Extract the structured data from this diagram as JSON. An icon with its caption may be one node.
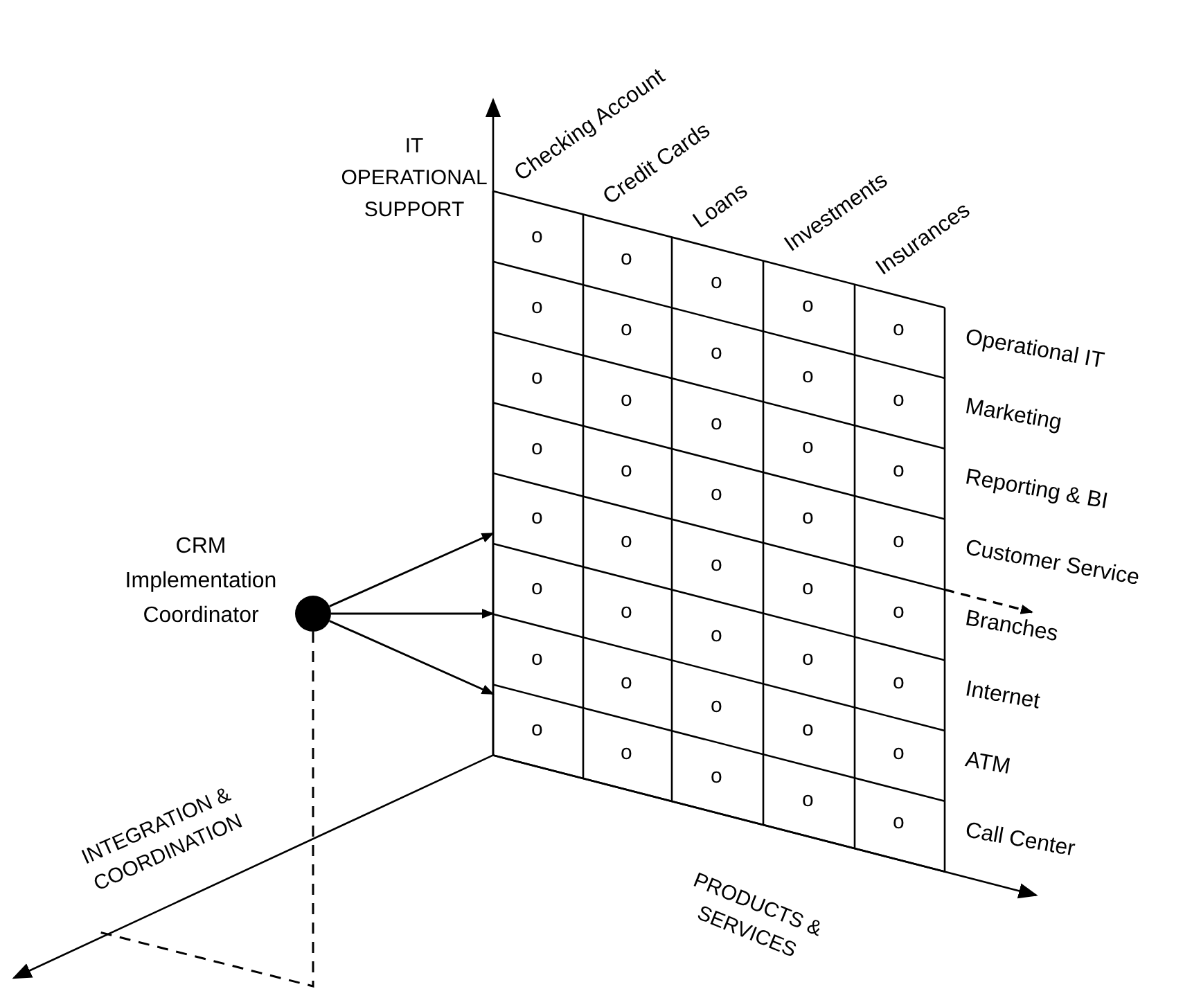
{
  "diagram": {
    "nodes": [
      {
        "text": [],
        "shape": "circle",
        "beside": [
          "CRM Implementation Coordinator"
        ]
      },
      {
        "text": [],
        "shape": "grid"
      }
    ],
    "edges": [
      {
        "from": 0,
        "to": 1,
        "arrow": "to"
      },
      {
        "from": 0,
        "to": 1,
        "arrow": "to"
      },
      {
        "from": 0,
        "to": 1,
        "arrow": "to"
      },
      {
        "from": 0,
        "to": null,
        "arrow": "none",
        "style": "dashed"
      }
    ],
    "labels": [
      "IT OPERATIONAL SUPPORT",
      "Checking Account",
      "Credit Cards",
      "Loans",
      "Investments",
      "Insurances",
      "o",
      "o",
      "o",
      "o",
      "o",
      "o",
      "o",
      "o",
      "o",
      "o",
      "o",
      "o",
      "o",
      "o",
      "o",
      "o",
      "o",
      "o",
      "o",
      "o",
      "o",
      "o",
      "o",
      "o",
      "o",
      "o",
      "o",
      "o",
      "o",
      "o",
      "o",
      "o",
      "o",
      "o",
      "o",
      "o",
      "o",
      "o",
      "o",
      "o",
      "Operational IT",
      "Marketing",
      "Reporting & BI",
      "Customer Service",
      "Branches",
      "Internet",
      "ATM",
      "Call Center",
      "INTEGRATION & COORDINATION",
      "PRODUCTS & SERVICES"
    ]
  }
}
